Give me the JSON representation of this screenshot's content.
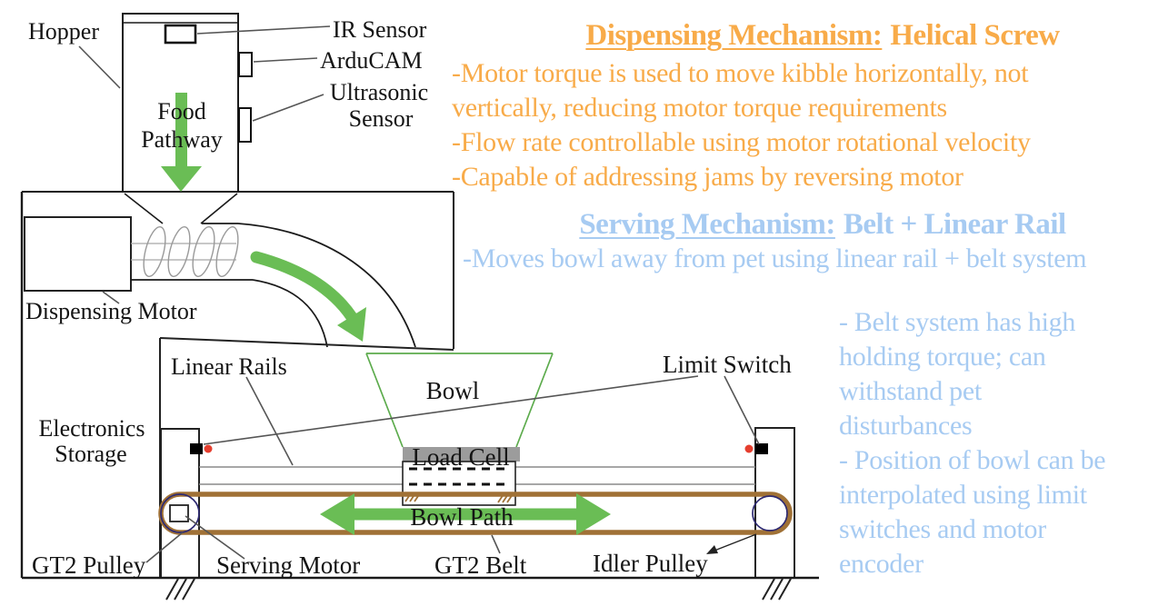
{
  "dispensing_section": {
    "heading_underlined": "Dispensing Mechanism:",
    "heading_rest": "Helical Screw",
    "bullets": [
      "-Motor torque is used to move kibble horizontally, not",
      "vertically, reducing motor torque requirements",
      "-Flow rate controllable using motor rotational velocity",
      "-Capable of addressing jams by reversing motor"
    ]
  },
  "serving_section": {
    "heading_underlined": "Serving Mechanism:",
    "heading_rest": "Belt + Linear Rail",
    "bullet": "-Moves bowl away from pet using linear rail + belt system",
    "side_bullets": [
      "- Belt system has high",
      "holding torque; can",
      "withstand pet",
      "disturbances",
      "- Position of bowl can be",
      "interpolated using limit",
      "switches and motor",
      "encoder"
    ]
  },
  "diagram_labels": {
    "hopper": "Hopper",
    "ir_sensor": "IR Sensor",
    "arducam": "ArduCAM",
    "ultrasonic_line1": "Ultrasonic",
    "ultrasonic_line2": "Sensor",
    "food_line1": "Food",
    "food_line2": "Pathway",
    "dispensing_motor": "Dispensing Motor",
    "linear_rails": "Linear Rails",
    "electronics_line1": "Electronics",
    "electronics_line2": "Storage",
    "bowl": "Bowl",
    "load_cell": "Load Cell",
    "bowl_path": "Bowl Path",
    "limit_switch": "Limit Switch",
    "gt2_pulley": "GT2 Pulley",
    "serving_motor": "Serving Motor",
    "gt2_belt": "GT2 Belt",
    "idler_pulley": "Idler Pulley"
  },
  "colors": {
    "orange_text": "#F8AB49",
    "blue_text": "#A7CBF2",
    "arrow_green": "#6ABD55",
    "bowl_outline_green": "#5CAB4C",
    "belt_brown": "#A07136",
    "pulley_navy": "#2E2A72",
    "load_cell_gray": "#9C9C9C",
    "limit_switch_red": "#E53E2E"
  }
}
